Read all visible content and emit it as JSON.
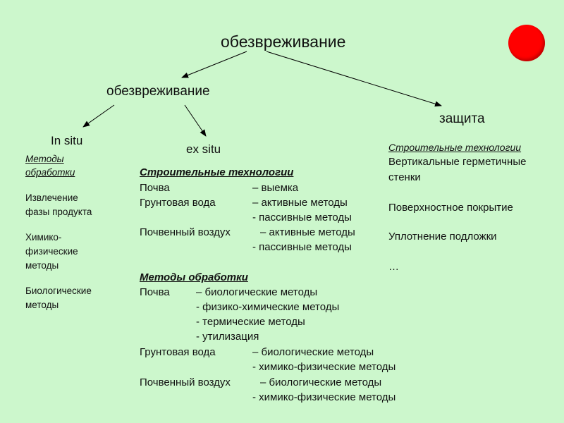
{
  "background": "#ccf7cc",
  "sun_color": "#ff0000",
  "top": "обезвреживание",
  "mid": "обезвреживание",
  "protection": "защита",
  "insitu": {
    "title": "In situ",
    "methods_link": [
      "Методы",
      "обработки"
    ],
    "items": [
      [
        "Извлечение",
        "фазы продукта"
      ],
      [
        "Химико-",
        "физические",
        "методы"
      ],
      [
        "Биологические",
        "методы"
      ]
    ]
  },
  "exsitu": {
    "title": "ex situ",
    "build_tech": {
      "heading": "Строительные технологии",
      "rows": [
        {
          "label": "Почва",
          "value": "– выемка"
        },
        {
          "label": "Грунтовая вода",
          "value": "– активные методы"
        },
        {
          "label": "",
          "value": "- пассивные методы"
        },
        {
          "label": "Почвенный воздух",
          "value": "– активные методы"
        },
        {
          "label": "",
          "value": "- пассивные методы"
        }
      ]
    },
    "treatment": {
      "heading": "Методы обработки",
      "rows": [
        {
          "label": "Почва",
          "value": "– биологические методы"
        },
        {
          "label": "",
          "value": "- физико-химические методы"
        },
        {
          "label": "",
          "value": "- термические методы"
        },
        {
          "label": "",
          "value": "- утилизация"
        },
        {
          "label": "Грунтовая вода",
          "value": "– биологические методы"
        },
        {
          "label": "",
          "value": "- химико-физические методы"
        },
        {
          "label": "Почвенный воздух",
          "value": "– биологические методы"
        },
        {
          "label": "",
          "value": "- химико-физические методы"
        }
      ]
    }
  },
  "protect": {
    "heading": "Строительные технологии",
    "items": [
      [
        "Вертикальные герметичные",
        "стенки"
      ],
      [
        "Поверхностное покрытие"
      ],
      [
        "Уплотнение подложки"
      ],
      [
        "…"
      ]
    ]
  }
}
